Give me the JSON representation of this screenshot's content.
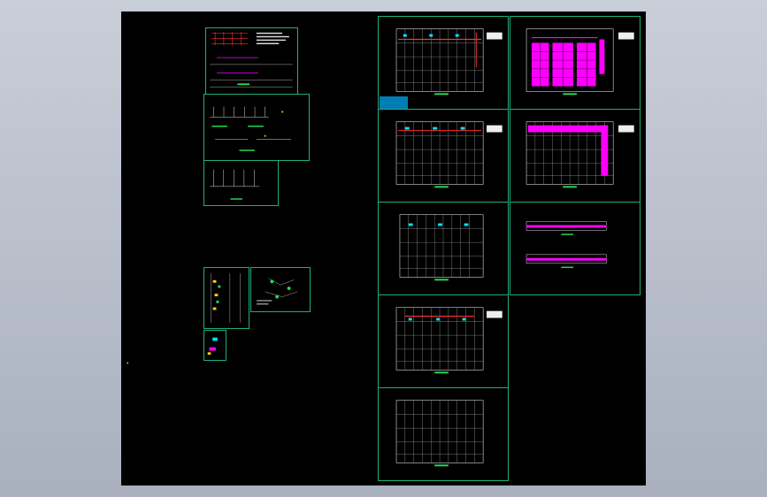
{
  "viewport": {
    "background": "#000000",
    "frame_color": "#1fae7c"
  },
  "sheets": [
    {
      "id": "legend-sheet"
    },
    {
      "id": "system-diagram-1"
    },
    {
      "id": "system-diagram-2"
    },
    {
      "id": "detail-sheet-1"
    },
    {
      "id": "detail-sheet-2"
    },
    {
      "id": "detail-sheet-3"
    },
    {
      "id": "floor-plan-1"
    },
    {
      "id": "floor-plan-2"
    },
    {
      "id": "floor-plan-3"
    },
    {
      "id": "floor-plan-4"
    },
    {
      "id": "floor-plan-5"
    },
    {
      "id": "section-sheet"
    },
    {
      "id": "floor-plan-6"
    },
    {
      "id": "floor-plan-7"
    }
  ],
  "colors": {
    "grid": "#d8d8d8",
    "accent_red": "#ff3030",
    "accent_magenta": "#ff00ff",
    "accent_cyan": "#00e5ff",
    "accent_green": "#22dd55"
  }
}
